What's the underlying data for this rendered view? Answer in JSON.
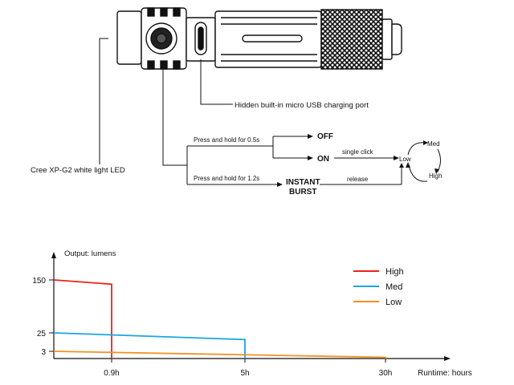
{
  "diagram": {
    "usb_port_label": "Hidden built-in micro USB charging port",
    "led_label": "Cree XP-G2 white light LED",
    "hold_short_label": "Press and hold for 0.5s",
    "hold_long_label": "Press and hold for 1.2s",
    "state_off": "OFF",
    "state_on": "ON",
    "single_click_label": "single click",
    "release_label": "release",
    "instant_burst_line1": "INSTANT",
    "instant_burst_line2": "BURST",
    "cycle_low": "Low",
    "cycle_med": "Med",
    "cycle_high": "High"
  },
  "chart_data": {
    "type": "line",
    "ylabel": "Output: lumens",
    "xlabel": "Runtime: hours",
    "x_ticks": [
      "0.9h",
      "5h",
      "30h"
    ],
    "y_ticks": [
      "150",
      "25",
      "3"
    ],
    "legend_position": "top-right",
    "series": [
      {
        "name": "High",
        "color": "#e8231c",
        "points": [
          [
            0,
            150
          ],
          [
            0.9,
            140
          ],
          [
            0.9,
            0
          ]
        ]
      },
      {
        "name": "Med",
        "color": "#1aa6e0",
        "points": [
          [
            0,
            25
          ],
          [
            5,
            17
          ],
          [
            5,
            0
          ]
        ]
      },
      {
        "name": "Low",
        "color": "#f39024",
        "points": [
          [
            0,
            3
          ],
          [
            30,
            0.5
          ],
          [
            30,
            0
          ]
        ]
      }
    ]
  }
}
